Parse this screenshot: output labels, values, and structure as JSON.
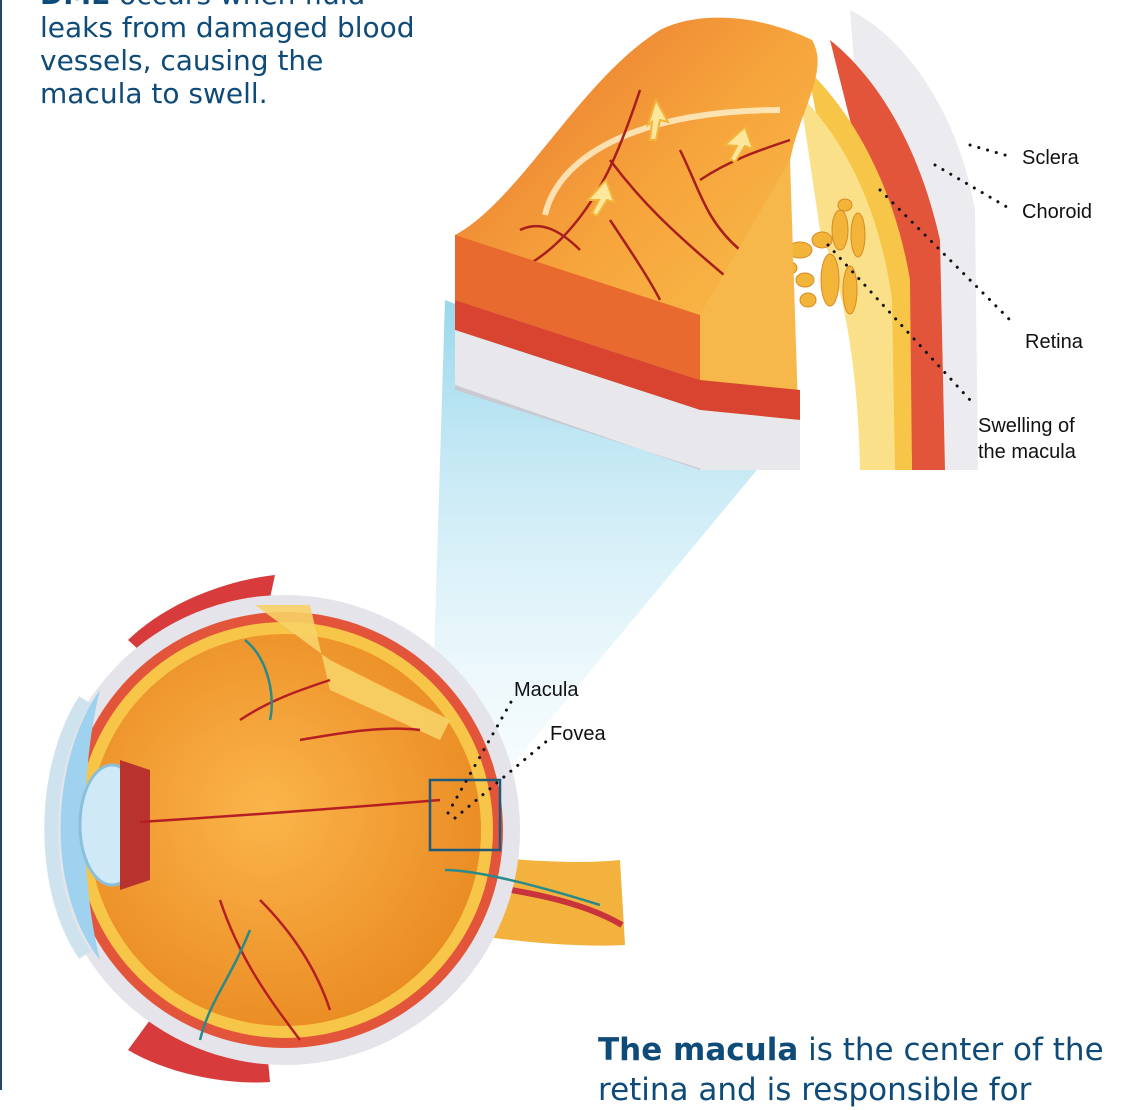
{
  "intro": {
    "bold": "DME",
    "text": " occurs when fluid leaks from damaged blood vessels, causing the macula to swell."
  },
  "outro": {
    "bold": "The macula",
    "text": " is the center of the",
    "text2": "retina and is responsible for"
  },
  "labels": {
    "sclera": "Sclera",
    "choroid": "Choroid",
    "retina": "Retina",
    "swelling_line1": "Swelling of",
    "swelling_line2": "the macula",
    "macula": "Macula",
    "fovea": "Fovea"
  },
  "colors": {
    "text_blue": "#0f4b78",
    "sclera_gray": "#e6e6ea",
    "choroid_red": "#e2553a",
    "retina_yellow": "#f8c74a",
    "vitreous_orange": "#f39a2e",
    "highlight_box": "#1d5a7e",
    "beam_blue": "#bfe7f4"
  }
}
